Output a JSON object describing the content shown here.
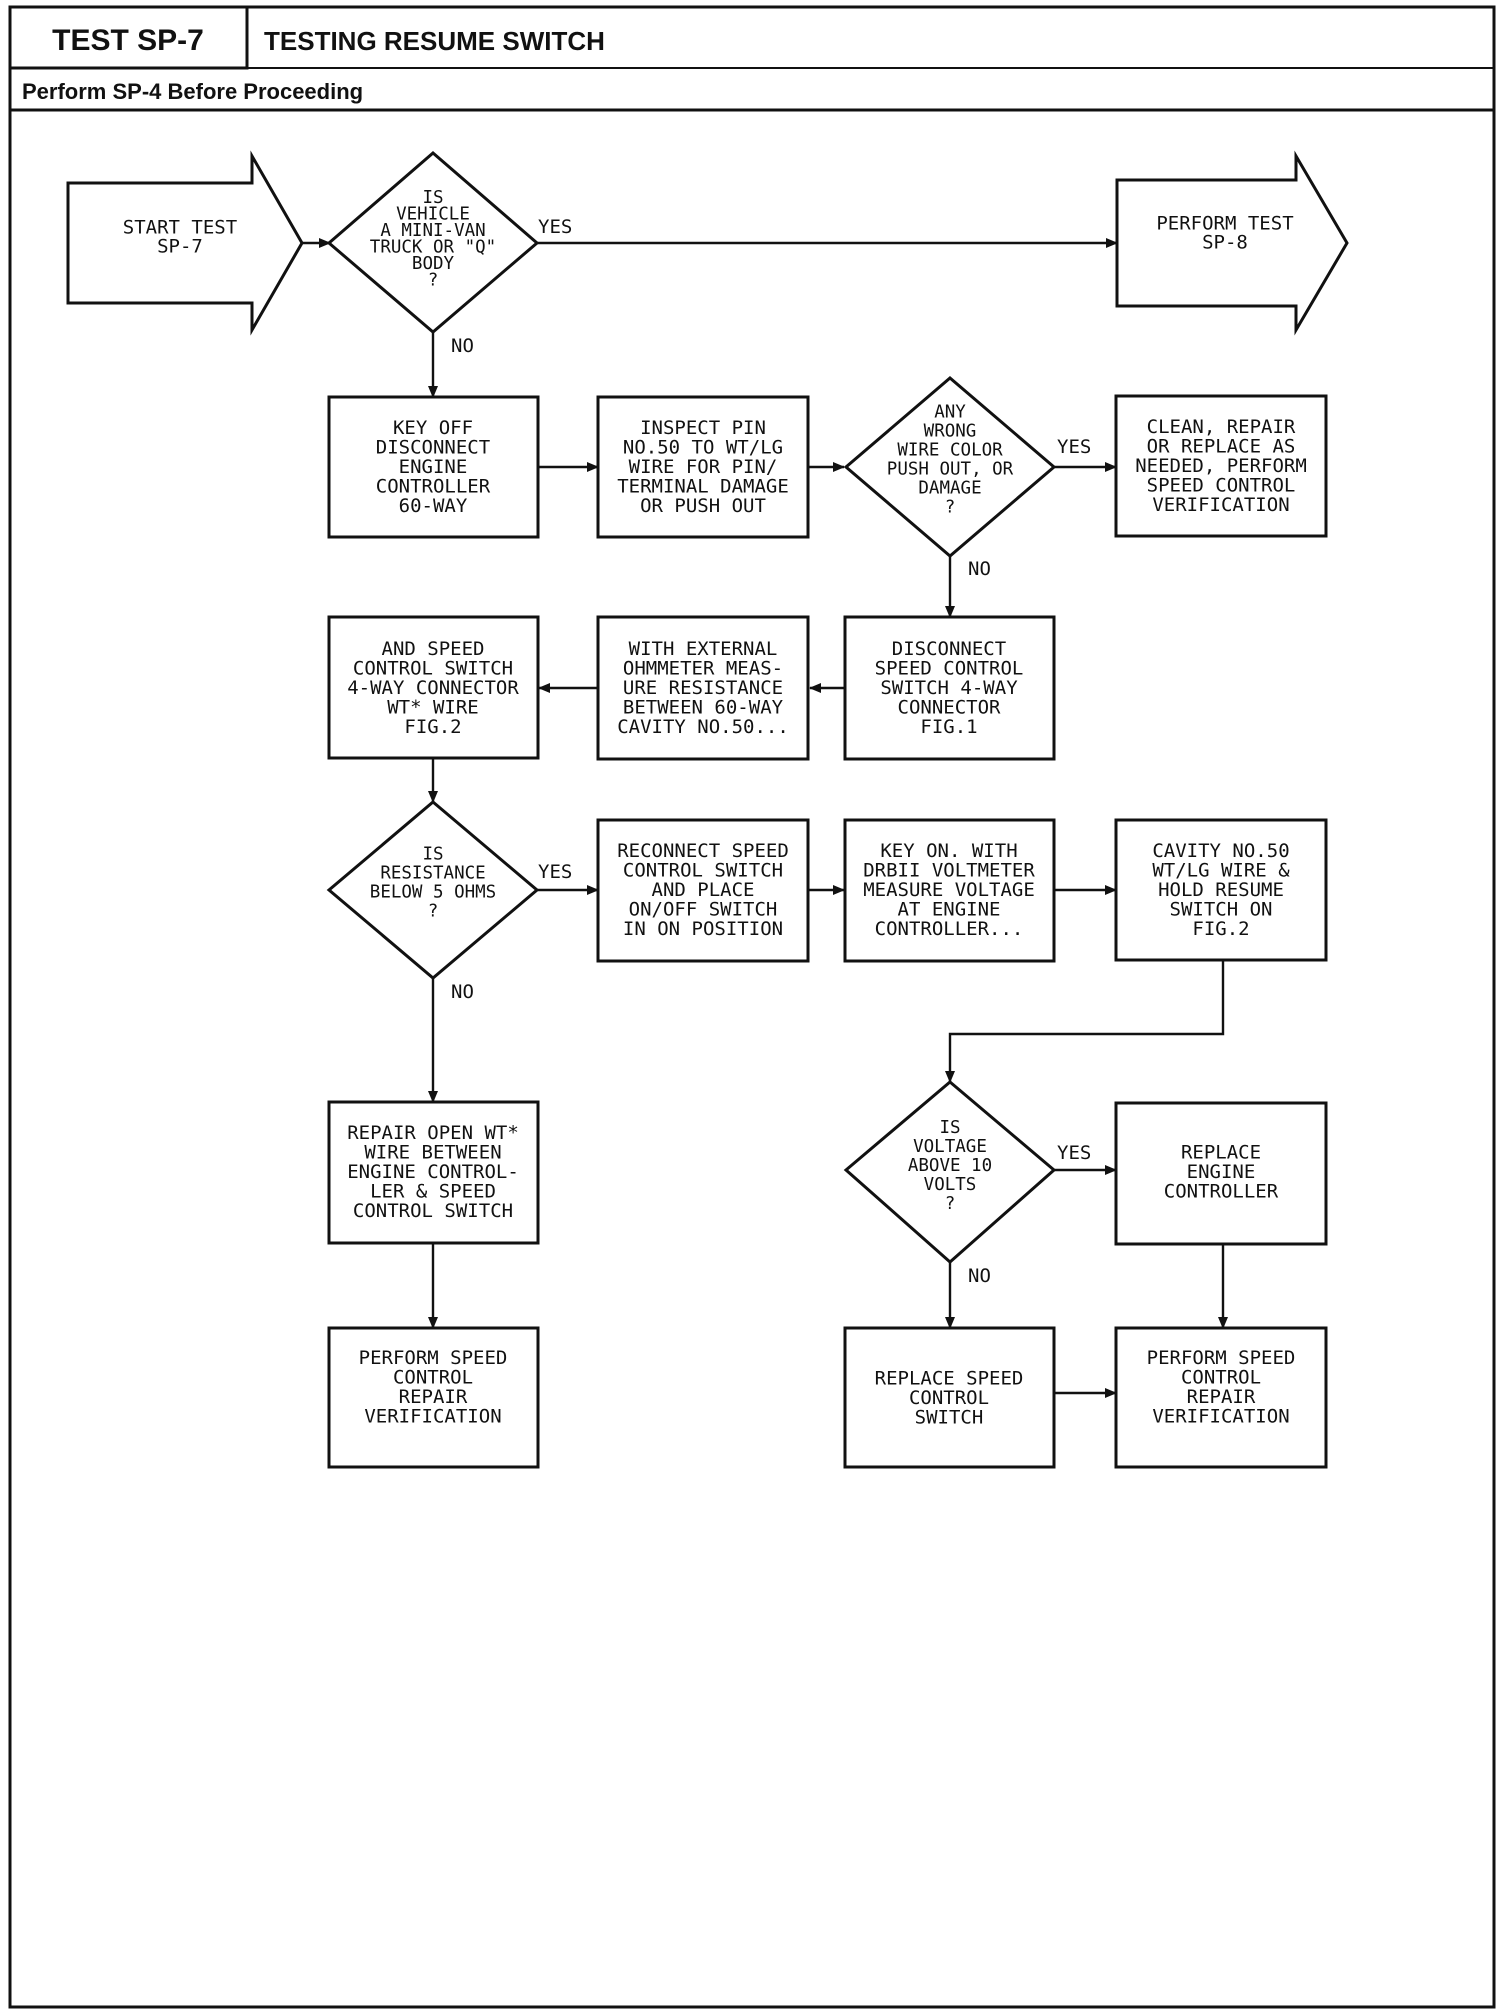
{
  "header": {
    "test_id": "TEST SP-7",
    "title": "TESTING RESUME SWITCH",
    "prerequisite": "Perform SP-4 Before Proceeding"
  },
  "nodes": {
    "start": [
      "START TEST",
      "SP-7"
    ],
    "d_vehicle": [
      "IS",
      "VEHICLE",
      "A MINI-VAN",
      "TRUCK OR \"Q\"",
      "BODY",
      "?"
    ],
    "perform_sp8": [
      "PERFORM TEST",
      "SP-8"
    ],
    "key_off": [
      "KEY OFF",
      "DISCONNECT",
      "ENGINE",
      "CONTROLLER",
      "60-WAY"
    ],
    "inspect_pin": [
      "INSPECT PIN",
      "NO.50 TO WT/LG",
      "WIRE FOR PIN/",
      "TERMINAL DAMAGE",
      "OR PUSH OUT"
    ],
    "d_wrong_wire": [
      "ANY",
      "WRONG",
      "WIRE COLOR",
      "PUSH OUT, OR",
      "DAMAGE",
      "?"
    ],
    "clean_repair": [
      "CLEAN, REPAIR",
      "OR REPLACE AS",
      "NEEDED, PERFORM",
      "SPEED CONTROL",
      "VERIFICATION"
    ],
    "disconnect_switch": [
      "DISCONNECT",
      "SPEED CONTROL",
      "SWITCH 4-WAY",
      "CONNECTOR",
      "FIG.1"
    ],
    "ohmmeter": [
      "WITH EXTERNAL",
      "OHMMETER MEAS-",
      "URE RESISTANCE",
      "BETWEEN 60-WAY",
      "CAVITY NO.50..."
    ],
    "and_speed": [
      "AND SPEED",
      "CONTROL SWITCH",
      "4-WAY CONNECTOR",
      "WT* WIRE",
      "FIG.2"
    ],
    "d_resistance": [
      "IS",
      "RESISTANCE",
      "BELOW 5 OHMS",
      "?"
    ],
    "reconnect": [
      "RECONNECT SPEED",
      "CONTROL SWITCH",
      "AND PLACE",
      "ON/OFF SWITCH",
      "IN ON POSITION"
    ],
    "key_on": [
      "KEY ON. WITH",
      "DRBII VOLTMETER",
      "MEASURE VOLTAGE",
      "AT ENGINE",
      "CONTROLLER..."
    ],
    "cavity": [
      "CAVITY NO.50",
      "WT/LG WIRE &",
      "HOLD RESUME",
      "SWITCH ON",
      "FIG.2"
    ],
    "repair_open": [
      "REPAIR OPEN WT*",
      "WIRE BETWEEN",
      "ENGINE CONTROL-",
      "LER & SPEED",
      "CONTROL SWITCH"
    ],
    "d_voltage": [
      "IS",
      "VOLTAGE",
      "ABOVE 10",
      "VOLTS",
      "?"
    ],
    "replace_engine": [
      "REPLACE",
      "ENGINE",
      "CONTROLLER"
    ],
    "perform_left": [
      "PERFORM SPEED",
      "CONTROL",
      "REPAIR",
      "VERIFICATION"
    ],
    "replace_speed": [
      "REPLACE SPEED",
      "CONTROL",
      "SWITCH"
    ],
    "perform_right": [
      "PERFORM SPEED",
      "CONTROL",
      "REPAIR",
      "VERIFICATION"
    ]
  },
  "branch_labels": {
    "vehicle_yes": "YES",
    "vehicle_no": "NO",
    "wire_yes": "YES",
    "wire_no": "NO",
    "resistance_yes": "YES",
    "resistance_no": "NO",
    "voltage_yes": "YES",
    "voltage_no": "NO"
  }
}
